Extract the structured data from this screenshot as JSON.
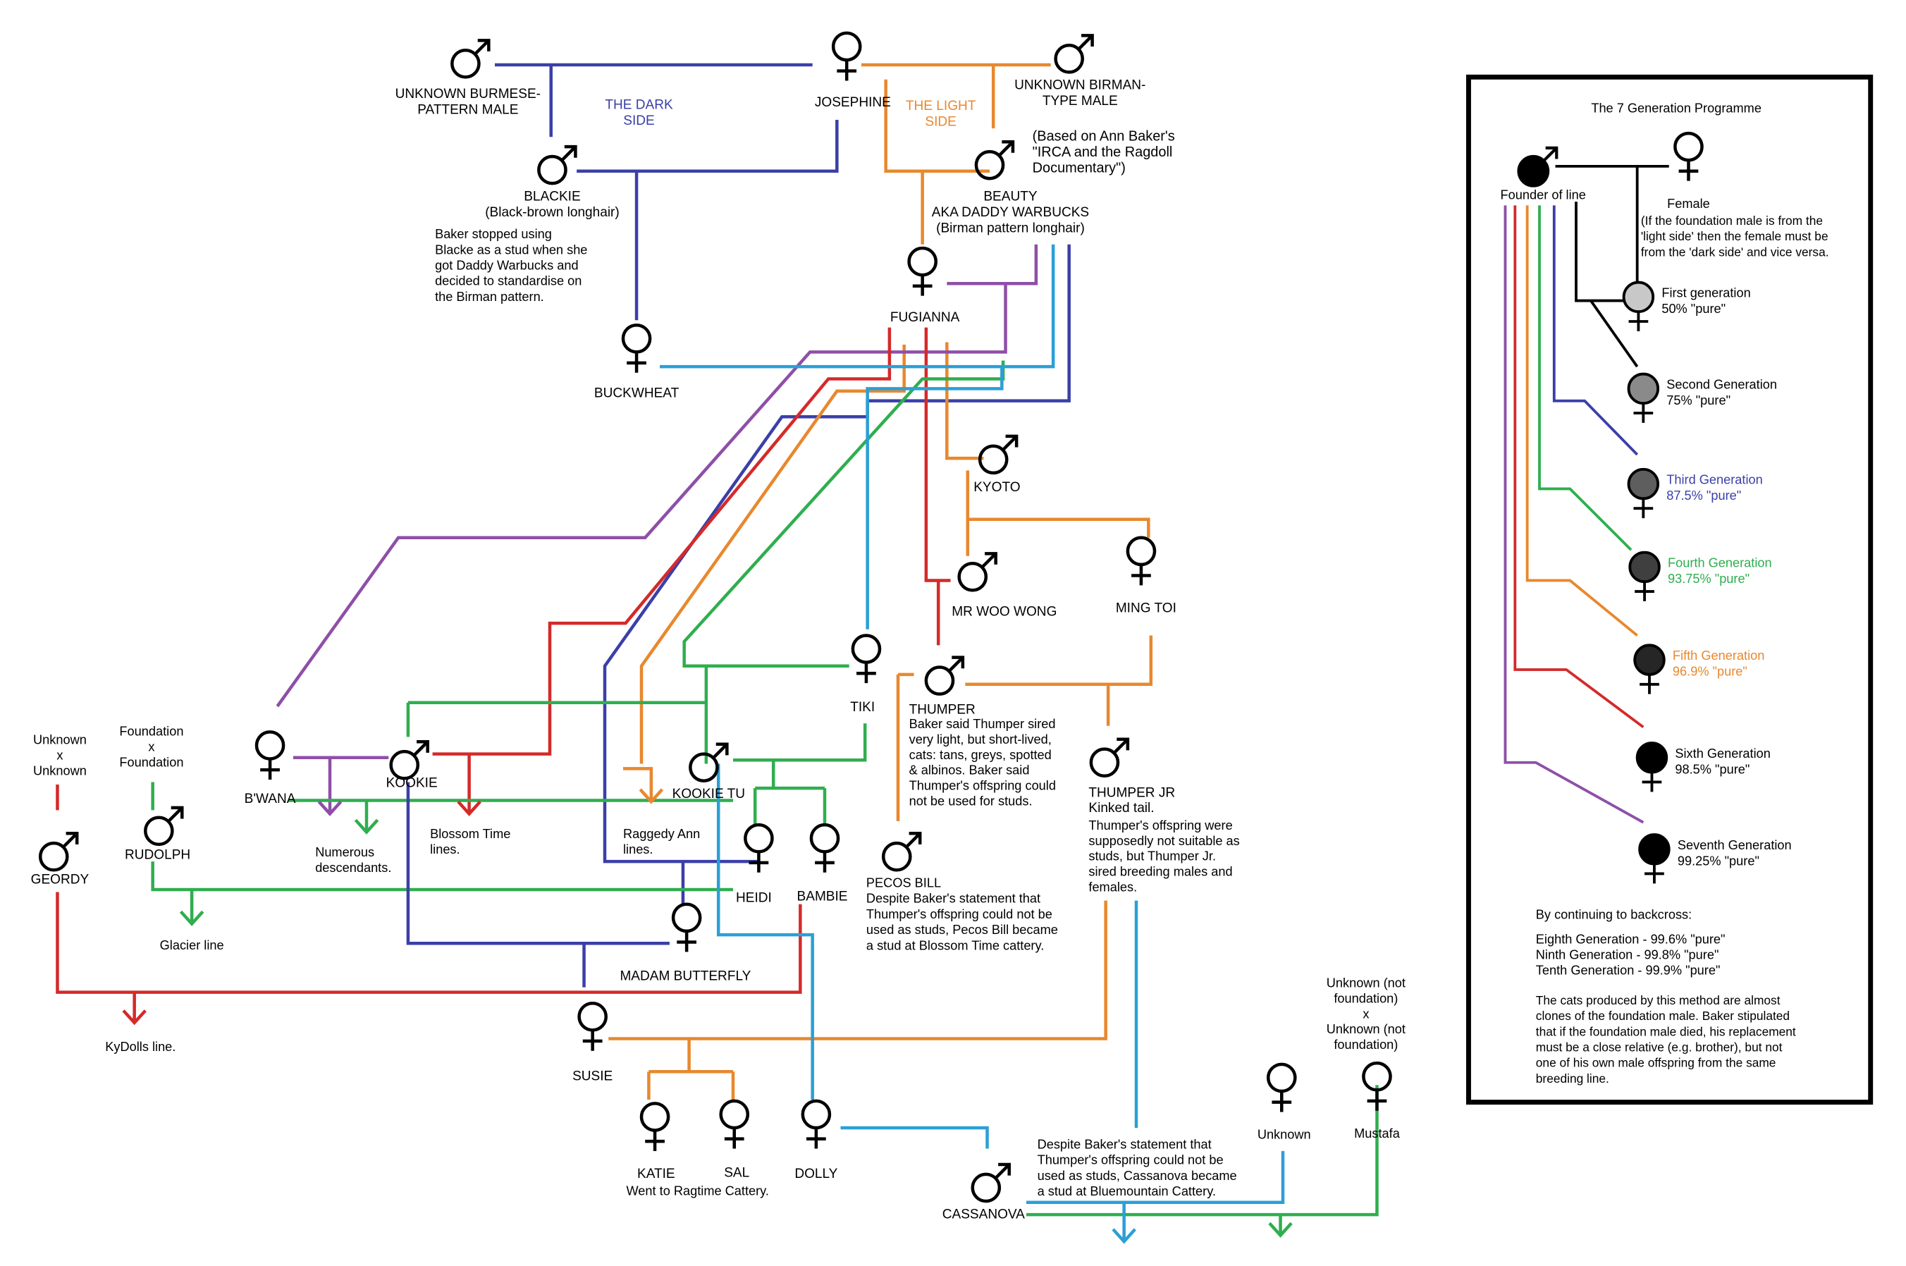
{
  "colors": {
    "dark_side": "#3b3fa8",
    "light_side": "#e8882e",
    "purple": "#8e4fa8",
    "red": "#d42a2a",
    "green": "#2fae4e",
    "blue": "#2b9fd6",
    "black": "#000000",
    "gray1": "#c8c8c8",
    "gray2": "#8a8a8a",
    "gray3": "#5e5e5e",
    "gray4": "#3f3f3f",
    "gray5": "#262626"
  },
  "symbols": {
    "male": "male-symbol-icon",
    "female": "female-symbol-icon"
  },
  "labels": {
    "side_dark": [
      "THE DARK",
      "SIDE"
    ],
    "side_light": [
      "THE LIGHT",
      "SIDE"
    ],
    "source": [
      "(Based on Ann Baker's",
      "\"IRCA and the Ragdoll",
      "Documentary\")"
    ],
    "unknown_burmese": [
      "UNKNOWN BURMESE-",
      "PATTERN MALE"
    ],
    "josephine": [
      "JOSEPHINE"
    ],
    "unknown_birman": [
      "UNKNOWN BIRMAN-",
      "TYPE MALE"
    ],
    "blackie": [
      "BLACKIE",
      "(Black-brown longhair)"
    ],
    "beauty": [
      "BEAUTY",
      "AKA DADDY WARBUCKS",
      "(Birman pattern longhair)"
    ],
    "blackie_note": [
      "Baker stopped using",
      "Blacke as a stud when she",
      "got Daddy Warbucks and",
      "decided to standardise on",
      "the Birman pattern."
    ],
    "fugianna": [
      "FUGIANNA"
    ],
    "buckwheat": [
      "BUCKWHEAT"
    ],
    "kyoto": [
      "KYOTO"
    ],
    "mr_woo_wong": [
      "MR WOO WONG"
    ],
    "ming_toi": [
      "MING TOI"
    ],
    "tiki": [
      "TIKI"
    ],
    "thumper": [
      "THUMPER"
    ],
    "thumper_note": [
      "Baker said Thumper sired",
      "very light, but short-lived,",
      "cats: tans, greys, spotted",
      "& albinos. Baker said",
      "Thumper's offspring could",
      "not be used for studs."
    ],
    "thumper_jr": [
      "THUMPER JR",
      "Kinked tail."
    ],
    "thumper_jr_note": [
      "Thumper's offspring were",
      "supposedly not suitable as",
      "studs, but Thumper Jr.",
      "sired breeding males and",
      "females."
    ],
    "bwana": [
      "B'WANA"
    ],
    "kookie": [
      "KOOKIE"
    ],
    "kookie_tu": [
      "KOOKIE TU"
    ],
    "numerous": [
      "Numerous",
      "descendants."
    ],
    "blossom_lines": [
      "Blossom Time",
      "lines."
    ],
    "raggedy_lines": [
      "Raggedy Ann",
      "lines."
    ],
    "unknown_x_unknown": [
      "Unknown",
      "x",
      "Unknown"
    ],
    "foundation_x_foundation": [
      "Foundation",
      "x",
      "Foundation"
    ],
    "geordy": [
      "GEORDY"
    ],
    "rudolph": [
      "RUDOLPH"
    ],
    "glacier_line": [
      "Glacier line"
    ],
    "heidi": [
      "HEIDI"
    ],
    "bambie": [
      "BAMBIE"
    ],
    "pecos_bill": [
      "PECOS BILL",
      "Despite Baker's statement that",
      "Thumper's offspring could not be",
      "used as studs, Pecos Bill became",
      "a stud at Blossom Time cattery."
    ],
    "madam_butterfly": [
      "MADAM BUTTERFLY"
    ],
    "kydolls": [
      "KyDolls line."
    ],
    "susie": [
      "SUSIE"
    ],
    "katie": [
      "KATIE"
    ],
    "sal": [
      "SAL"
    ],
    "ragtime": [
      "Went to Ragtime Cattery."
    ],
    "dolly": [
      "DOLLY"
    ],
    "cassanova": [
      "CASSANOVA"
    ],
    "cassanova_note": [
      "Despite Baker's statement that",
      "Thumper's offspring could not be",
      "used as studs, Cassanova became",
      "a stud at Bluemountain Cattery."
    ],
    "unknown_not_foundation": [
      "Unknown (not",
      "foundation)",
      "x",
      "Unknown (not",
      "foundation)"
    ],
    "unknown": [
      "Unknown"
    ],
    "mustafa": [
      "Mustafa"
    ]
  },
  "legend": {
    "title": "The 7 Generation Programme",
    "founder": "Founder of line",
    "female": "Female",
    "female_note": [
      "(If the foundation male is from the",
      "'light side' then the female must be",
      "from the 'dark side' and vice versa."
    ],
    "generations": [
      {
        "name": "First generation",
        "pct": "50% \"pure\"",
        "fill": "gray1",
        "text_color": "black"
      },
      {
        "name": "Second Generation",
        "pct": "75% \"pure\"",
        "fill": "gray2",
        "text_color": "black"
      },
      {
        "name": "Third Generation",
        "pct": "87.5% \"pure\"",
        "fill": "gray3",
        "text_color": "dark_side"
      },
      {
        "name": "Fourth Generation",
        "pct": "93.75% \"pure\"",
        "fill": "gray4",
        "text_color": "green"
      },
      {
        "name": "Fifth Generation",
        "pct": "96.9% \"pure\"",
        "fill": "gray5",
        "text_color": "light_side"
      },
      {
        "name": "Sixth Generation",
        "pct": "98.5% \"pure\"",
        "fill": "black",
        "text_color": "black"
      },
      {
        "name": "Seventh Generation",
        "pct": "99.25% \"pure\"",
        "fill": "black",
        "text_color": "black"
      }
    ],
    "backcross_title": "By continuing to backcross:",
    "backcross": [
      "Eighth Generation - 99.6% \"pure\"",
      "Ninth Generation - 99.8% \"pure\"",
      "Tenth Generation - 99.9% \"pure\""
    ],
    "clone_note": [
      "The cats produced by this method are almost",
      "clones of the foundation male. Baker stipulated",
      "that if the foundation male died, his replacement",
      "must be a close relative (e.g. brother), but not",
      "one of his own male offspring from the same",
      "breeding line."
    ]
  }
}
